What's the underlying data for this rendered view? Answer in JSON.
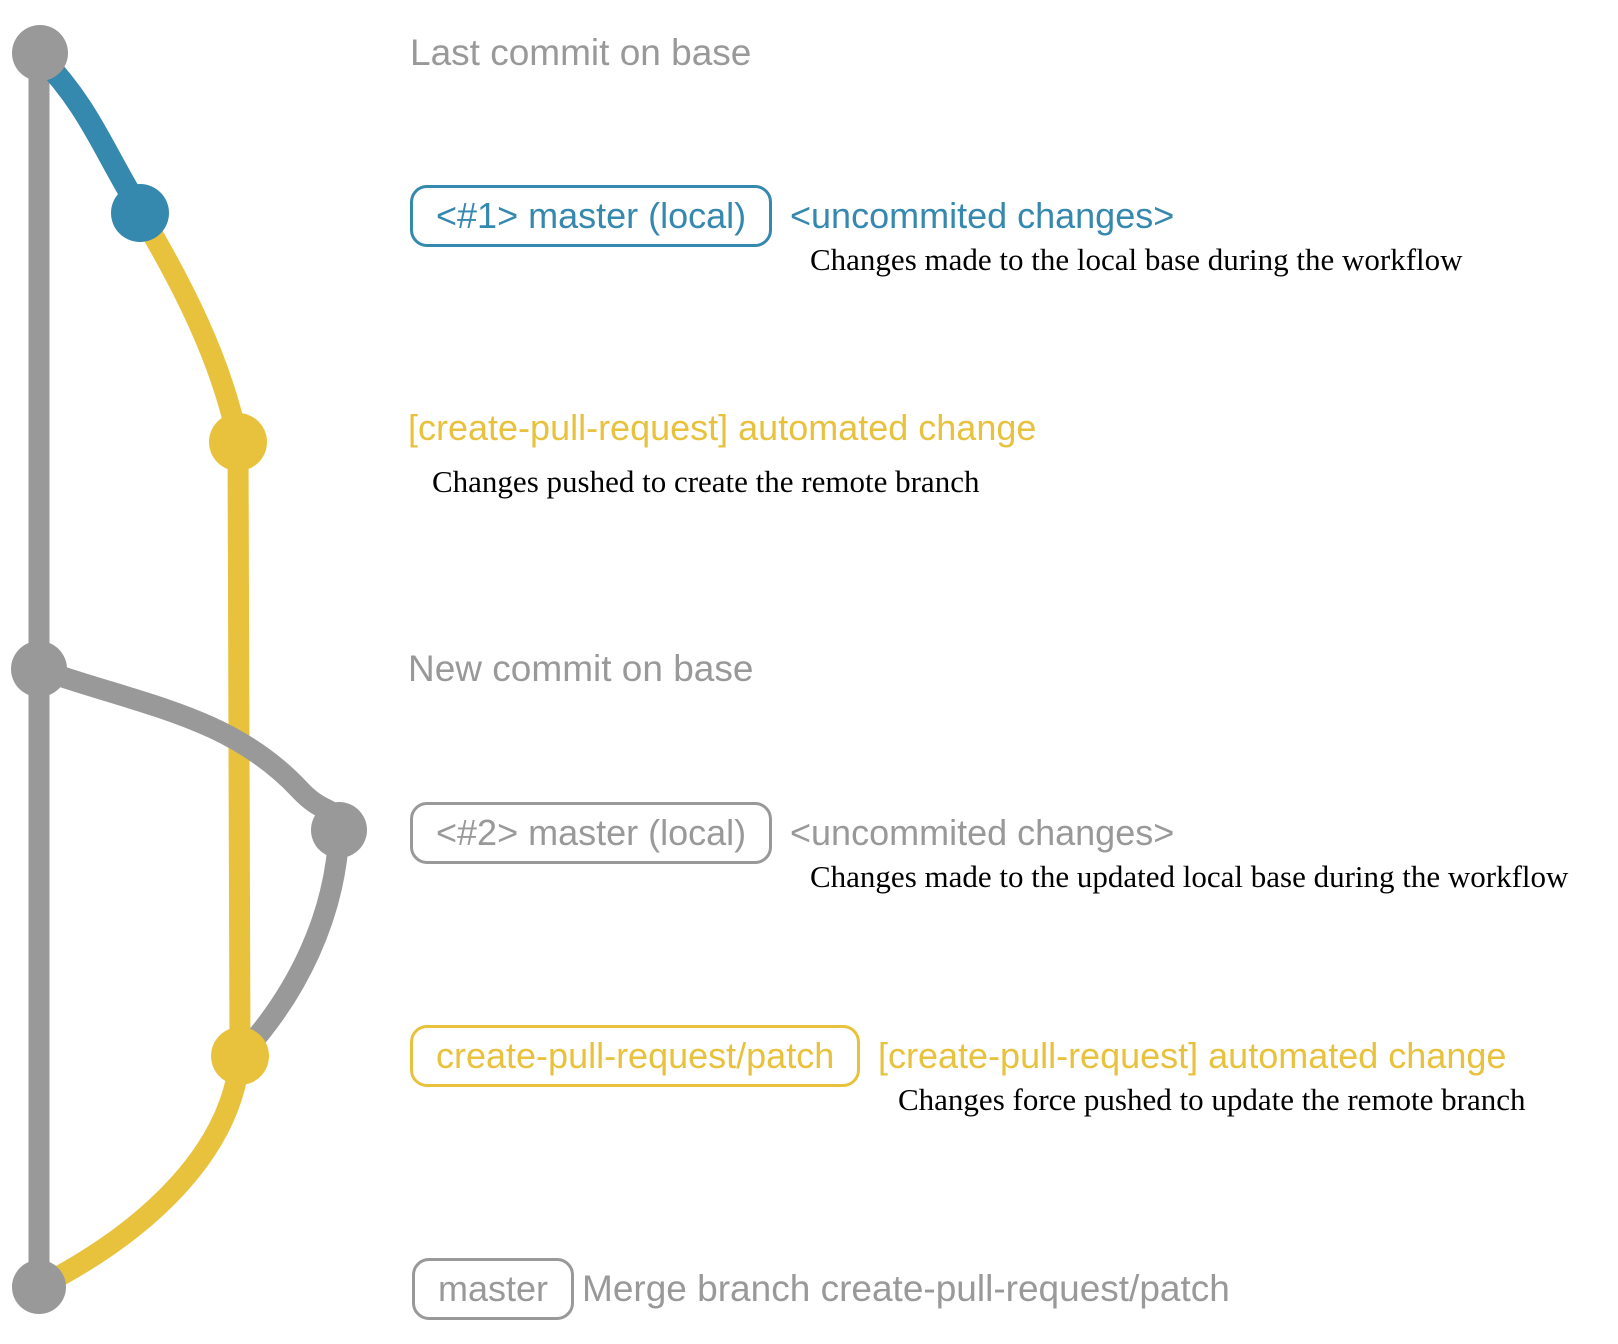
{
  "colors": {
    "gray": "#999999",
    "blue": "#3588ae",
    "yellow": "#e8c23d",
    "ink": "#000000"
  },
  "annotations": {
    "last_commit": {
      "label": "Last commit on base"
    },
    "commit1": {
      "badge": "<#1> master (local)",
      "title": "<uncommited changes>",
      "desc": "Changes made to the local base during the workflow"
    },
    "push1": {
      "title": "[create-pull-request] automated change",
      "desc": "Changes pushed to create the remote branch"
    },
    "new_commit": {
      "label": "New commit on base"
    },
    "commit2": {
      "badge": "<#2> master (local)",
      "title": "<uncommited changes>",
      "desc": "Changes made to the updated local base during the workflow"
    },
    "push2": {
      "badge": "create-pull-request/patch",
      "title": "[create-pull-request] automated change",
      "desc": "Changes force pushed to update the remote branch"
    },
    "merge": {
      "badge": "master",
      "label": "Merge branch create-pull-request/patch"
    }
  }
}
